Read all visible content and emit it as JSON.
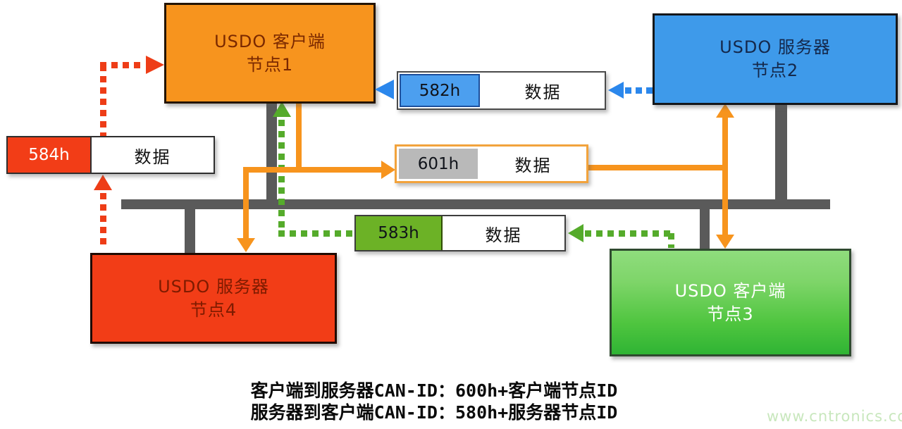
{
  "nodes": {
    "node1": {
      "line1": "USDO 客户端",
      "line2": "节点1",
      "role": "client"
    },
    "node2": {
      "line1": "USDO 服务器",
      "line2": "节点2",
      "role": "server"
    },
    "node3": {
      "line1": "USDO 客户端",
      "line2": "节点3",
      "role": "client"
    },
    "node4": {
      "line1": "USDO 服务器",
      "line2": "节点4",
      "role": "server"
    }
  },
  "frames": {
    "f584": {
      "id": "584h",
      "data": "数据"
    },
    "f582": {
      "id": "582h",
      "data": "数据"
    },
    "f601": {
      "id": "601h",
      "data": "数据"
    },
    "f583": {
      "id": "583h",
      "data": "数据"
    }
  },
  "legend": {
    "line1": "客户端到服务器CAN-ID：600h+客户端节点ID",
    "line2": "服务器到客户端CAN-ID：580h+服务器节点ID"
  },
  "watermark": "www.cntronics.com",
  "colors": {
    "orange": "#F7941D",
    "red": "#EE3D17",
    "green": "#55AB2B",
    "blue": "#2B87EC",
    "gray": "#5A5A5A",
    "node1-fill": "#F7941E",
    "node1-text": "#7A2800",
    "node2-fill": "#3E9AEA",
    "node2-text": "#14284B",
    "node3-top": "#8FDC7D",
    "node3-bottom": "#2FB434",
    "node3-text": "#FFFFFF",
    "node4-fill": "#F23D17",
    "node4-text": "#7E1B00",
    "tag584": "#F23D17",
    "tag582": "#4C9FEF",
    "tag601": "#B9B9B9",
    "tag583": "#6CB226",
    "frame601-border": "#F2A33C",
    "watermark": "#C8E7BD"
  }
}
